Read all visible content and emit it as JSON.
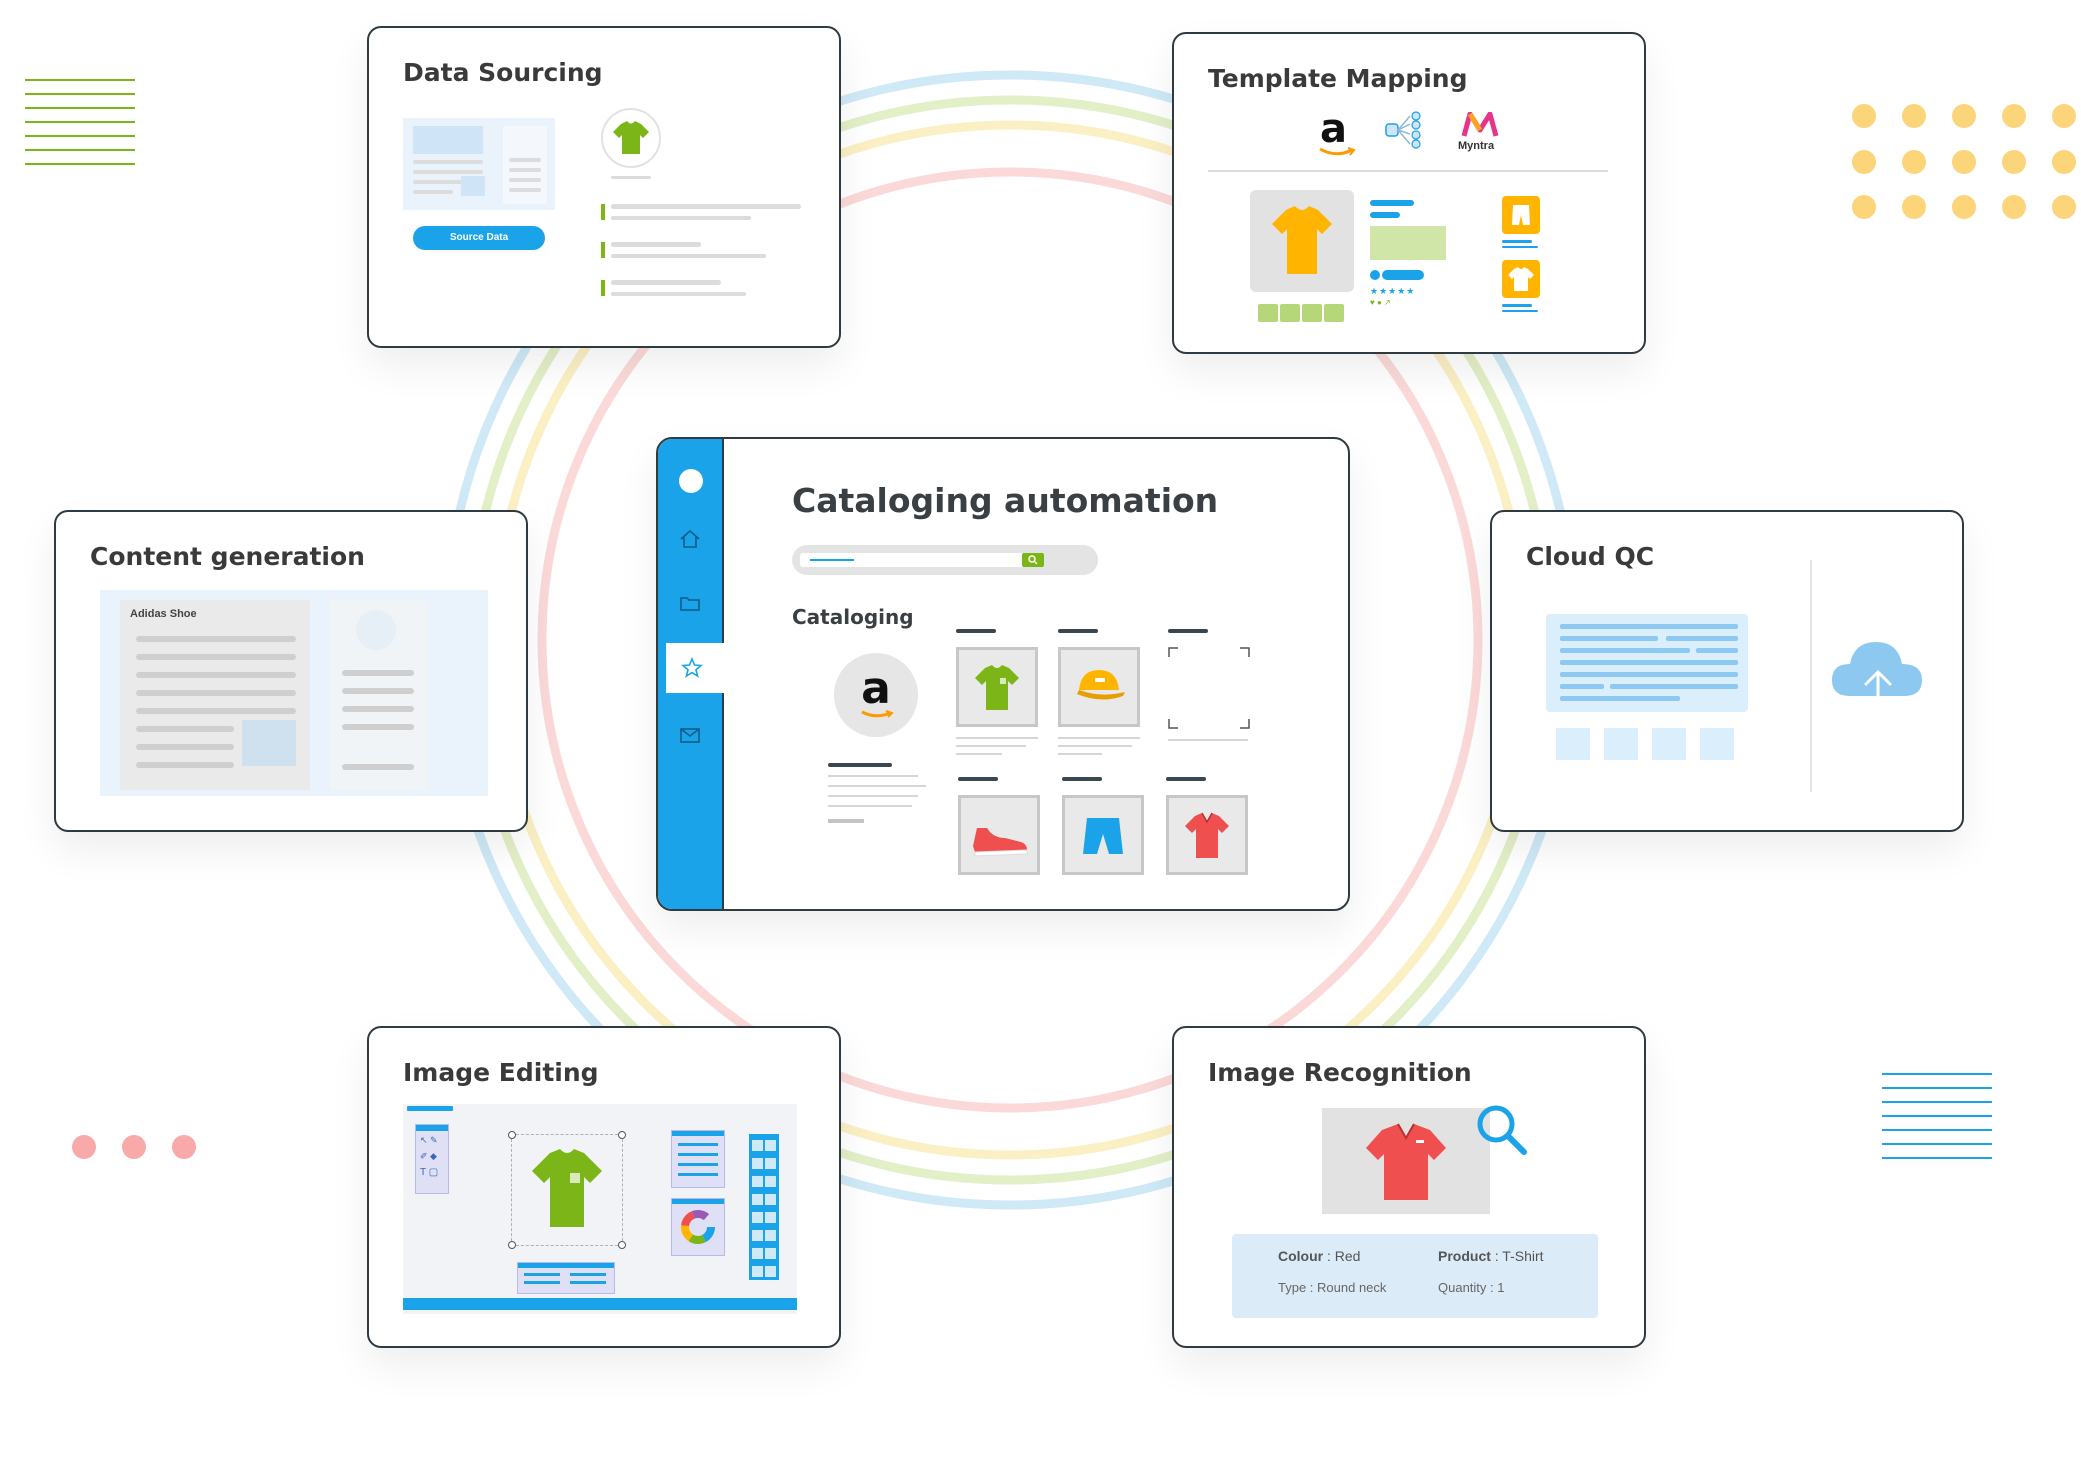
{
  "center": {
    "title": "Cataloging automation",
    "section": "Cataloging",
    "amazon_logo_letter": "a",
    "sidebar_icons": [
      "profile-dot-icon",
      "home-icon",
      "folder-icon",
      "star-icon",
      "mail-icon"
    ],
    "search_icon": "search-icon"
  },
  "data_sourcing": {
    "title": "Data Sourcing",
    "button_label": "Source Data"
  },
  "template_mapping": {
    "title": "Template Mapping",
    "amazon_letter": "a",
    "myntra_label": "Myntra"
  },
  "content_generation": {
    "title": "Content generation",
    "doc_heading": "Adidas Shoe"
  },
  "cloud_qc": {
    "title": "Cloud QC"
  },
  "image_editing": {
    "title": "Image Editing"
  },
  "image_recognition": {
    "title": "Image Recognition",
    "colour_label": "Colour",
    "colour_value": ": Red",
    "product_label": "Product",
    "product_value": ": T-Shirt",
    "type_text": "Type : Round neck",
    "quantity_text": "Quantity : 1"
  },
  "colors": {
    "accent_blue": "#1aa3e8",
    "green": "#7cb518",
    "yellow": "#ffb400",
    "red": "#ef4f4f",
    "ring_blue": "#cfe9f7",
    "ring_green": "#e3efc7",
    "ring_yellow": "#fbefc4",
    "ring_red": "#fbd9d9"
  }
}
